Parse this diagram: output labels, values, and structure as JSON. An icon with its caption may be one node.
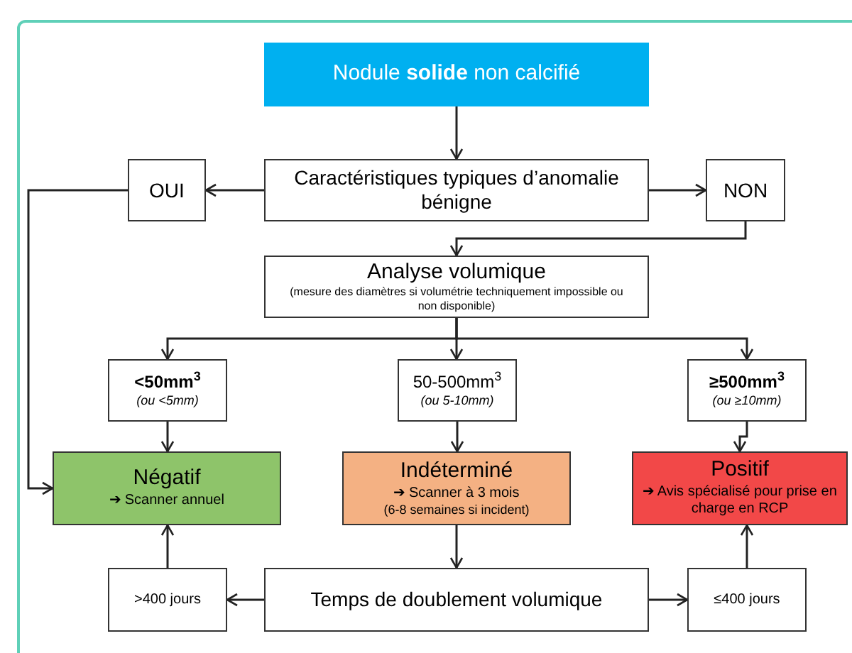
{
  "diagram": {
    "nodes": [
      {
        "text": [
          "Nodule **solide** non calcifié"
        ]
      },
      {
        "text": [
          "Caractéristiques typiques d’anomalie bénigne"
        ]
      },
      {
        "text": [
          "OUI"
        ]
      },
      {
        "text": [
          "NON"
        ]
      },
      {
        "text": [
          "Analyse volumique",
          "(mesure des diamètres si volumétrie techniquement impossible ou non disponible)"
        ]
      },
      {
        "text": [
          "<50mm$^{3}$",
          "(ou <5mm)"
        ]
      },
      {
        "text": [
          "50-500mm$^{3}$",
          "(ou 5-10mm)"
        ]
      },
      {
        "text": [
          "≥500mm$^{3}$",
          "(ou ≥10mm)"
        ]
      },
      {
        "text": [
          "Négatif",
          "➔ Scanner annuel"
        ]
      },
      {
        "text": [
          "Indéterminé",
          "➔ Scanner à 3 mois",
          "(6-8 semaines si incident)"
        ]
      },
      {
        "text": [
          "Positif",
          "➔ Avis spécialisé pour prise en charge en RCP"
        ]
      },
      {
        "text": [
          ">400 jours"
        ]
      },
      {
        "text": [
          "Temps de doublement volumique"
        ]
      },
      {
        "text": [
          "≤400 jours"
        ]
      }
    ],
    "edges": [
      {
        "from": 0,
        "to": 1,
        "arrow": "to"
      },
      {
        "from": 1,
        "to": 2,
        "arrow": "to"
      },
      {
        "from": 1,
        "to": 3,
        "arrow": "to"
      },
      {
        "from": 3,
        "to": 4,
        "arrow": "to"
      },
      {
        "from": 2,
        "to": 8,
        "arrow": "to"
      },
      {
        "from": 4,
        "to": 5,
        "arrow": "to"
      },
      {
        "from": 4,
        "to": 6,
        "arrow": "to"
      },
      {
        "from": 4,
        "to": 7,
        "arrow": "to"
      },
      {
        "from": 5,
        "to": 8,
        "arrow": "to"
      },
      {
        "from": 6,
        "to": 9,
        "arrow": "to"
      },
      {
        "from": 7,
        "to": 10,
        "arrow": "to"
      },
      {
        "from": 9,
        "to": 12,
        "arrow": "to"
      },
      {
        "from": 12,
        "to": 11,
        "arrow": "to"
      },
      {
        "from": 12,
        "to": 13,
        "arrow": "to"
      },
      {
        "from": 11,
        "to": 8,
        "arrow": "to"
      },
      {
        "from": 13,
        "to": 10,
        "arrow": "to"
      }
    ]
  }
}
